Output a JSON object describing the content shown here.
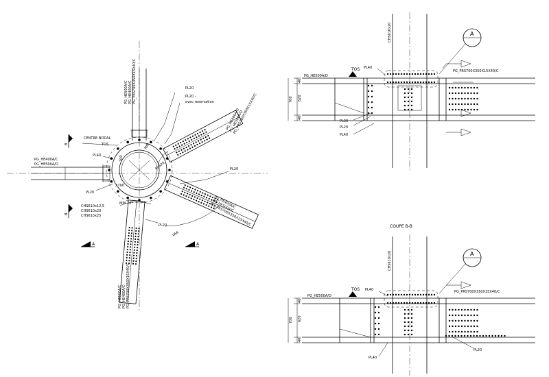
{
  "plan": {
    "beam_n_labels": [
      "PG_HE500A/C",
      "PG_HE400A/C",
      "PG_PRS700X350X15X40/C"
    ],
    "pl20_top": "PL20",
    "pl20_reserve": "PL20 -",
    "reserve_text": "avec reservation",
    "beam_ne_labels": [
      "PG_HE400A/D",
      "PG_HE500A/D",
      "PG_PRS700X350X15X40/C"
    ],
    "centre_nodal": "CENTRE NODAL",
    "tos": "TOS",
    "beam_w_labels": [
      "PG_HE400A/C",
      "PG_HE500A/D"
    ],
    "pl40": "PL40",
    "pl20_left": "PL20",
    "min20": "MIN20",
    "min_ne": "MIN",
    "pl20_east": "PL20",
    "beam_e_labels": [
      "PG_HE400A/C",
      "PG_HE500A/C",
      "PG_PRS700X350X15X40/C"
    ],
    "chs_labels": [
      "CHS610x12,5",
      "CHS610x20",
      "CHS610x25"
    ],
    "min10": "MIN 10°",
    "pl20_south": "PL20",
    "var": "VAR",
    "beam_s_labels": [
      "PG_HE500A/C",
      "PG_HE400A/C",
      "PG_PRS700X350X15X40/C"
    ],
    "section_a": "A",
    "section_b": "B",
    "dim_700": "700",
    "dim_x700": "X700"
  },
  "section_top": {
    "column": "CHS610x20",
    "pl40": "PL40",
    "beam_left": "PG_HE500A/D",
    "tos": "TOS",
    "beam_right": "PG_PRS700X350X15X40/C",
    "pl30": "PL30",
    "pl20": "PL20",
    "pl40b": "PL40",
    "detail": "A",
    "dims": [
      "40",
      "620",
      "40"
    ],
    "height": "700"
  },
  "coupe_title": "COUPE B-B",
  "section_bottom": {
    "column": "CHS610x20",
    "pl40": "PL40",
    "beam_left": "PG_HE500A/D",
    "tos": "TOS",
    "beam_right": "PG_PRS700X350X15X40/C",
    "pl20": "PL20",
    "pl40b": "PL40",
    "detail": "A",
    "dims": [
      "40",
      "620",
      "40"
    ],
    "height": "700"
  }
}
